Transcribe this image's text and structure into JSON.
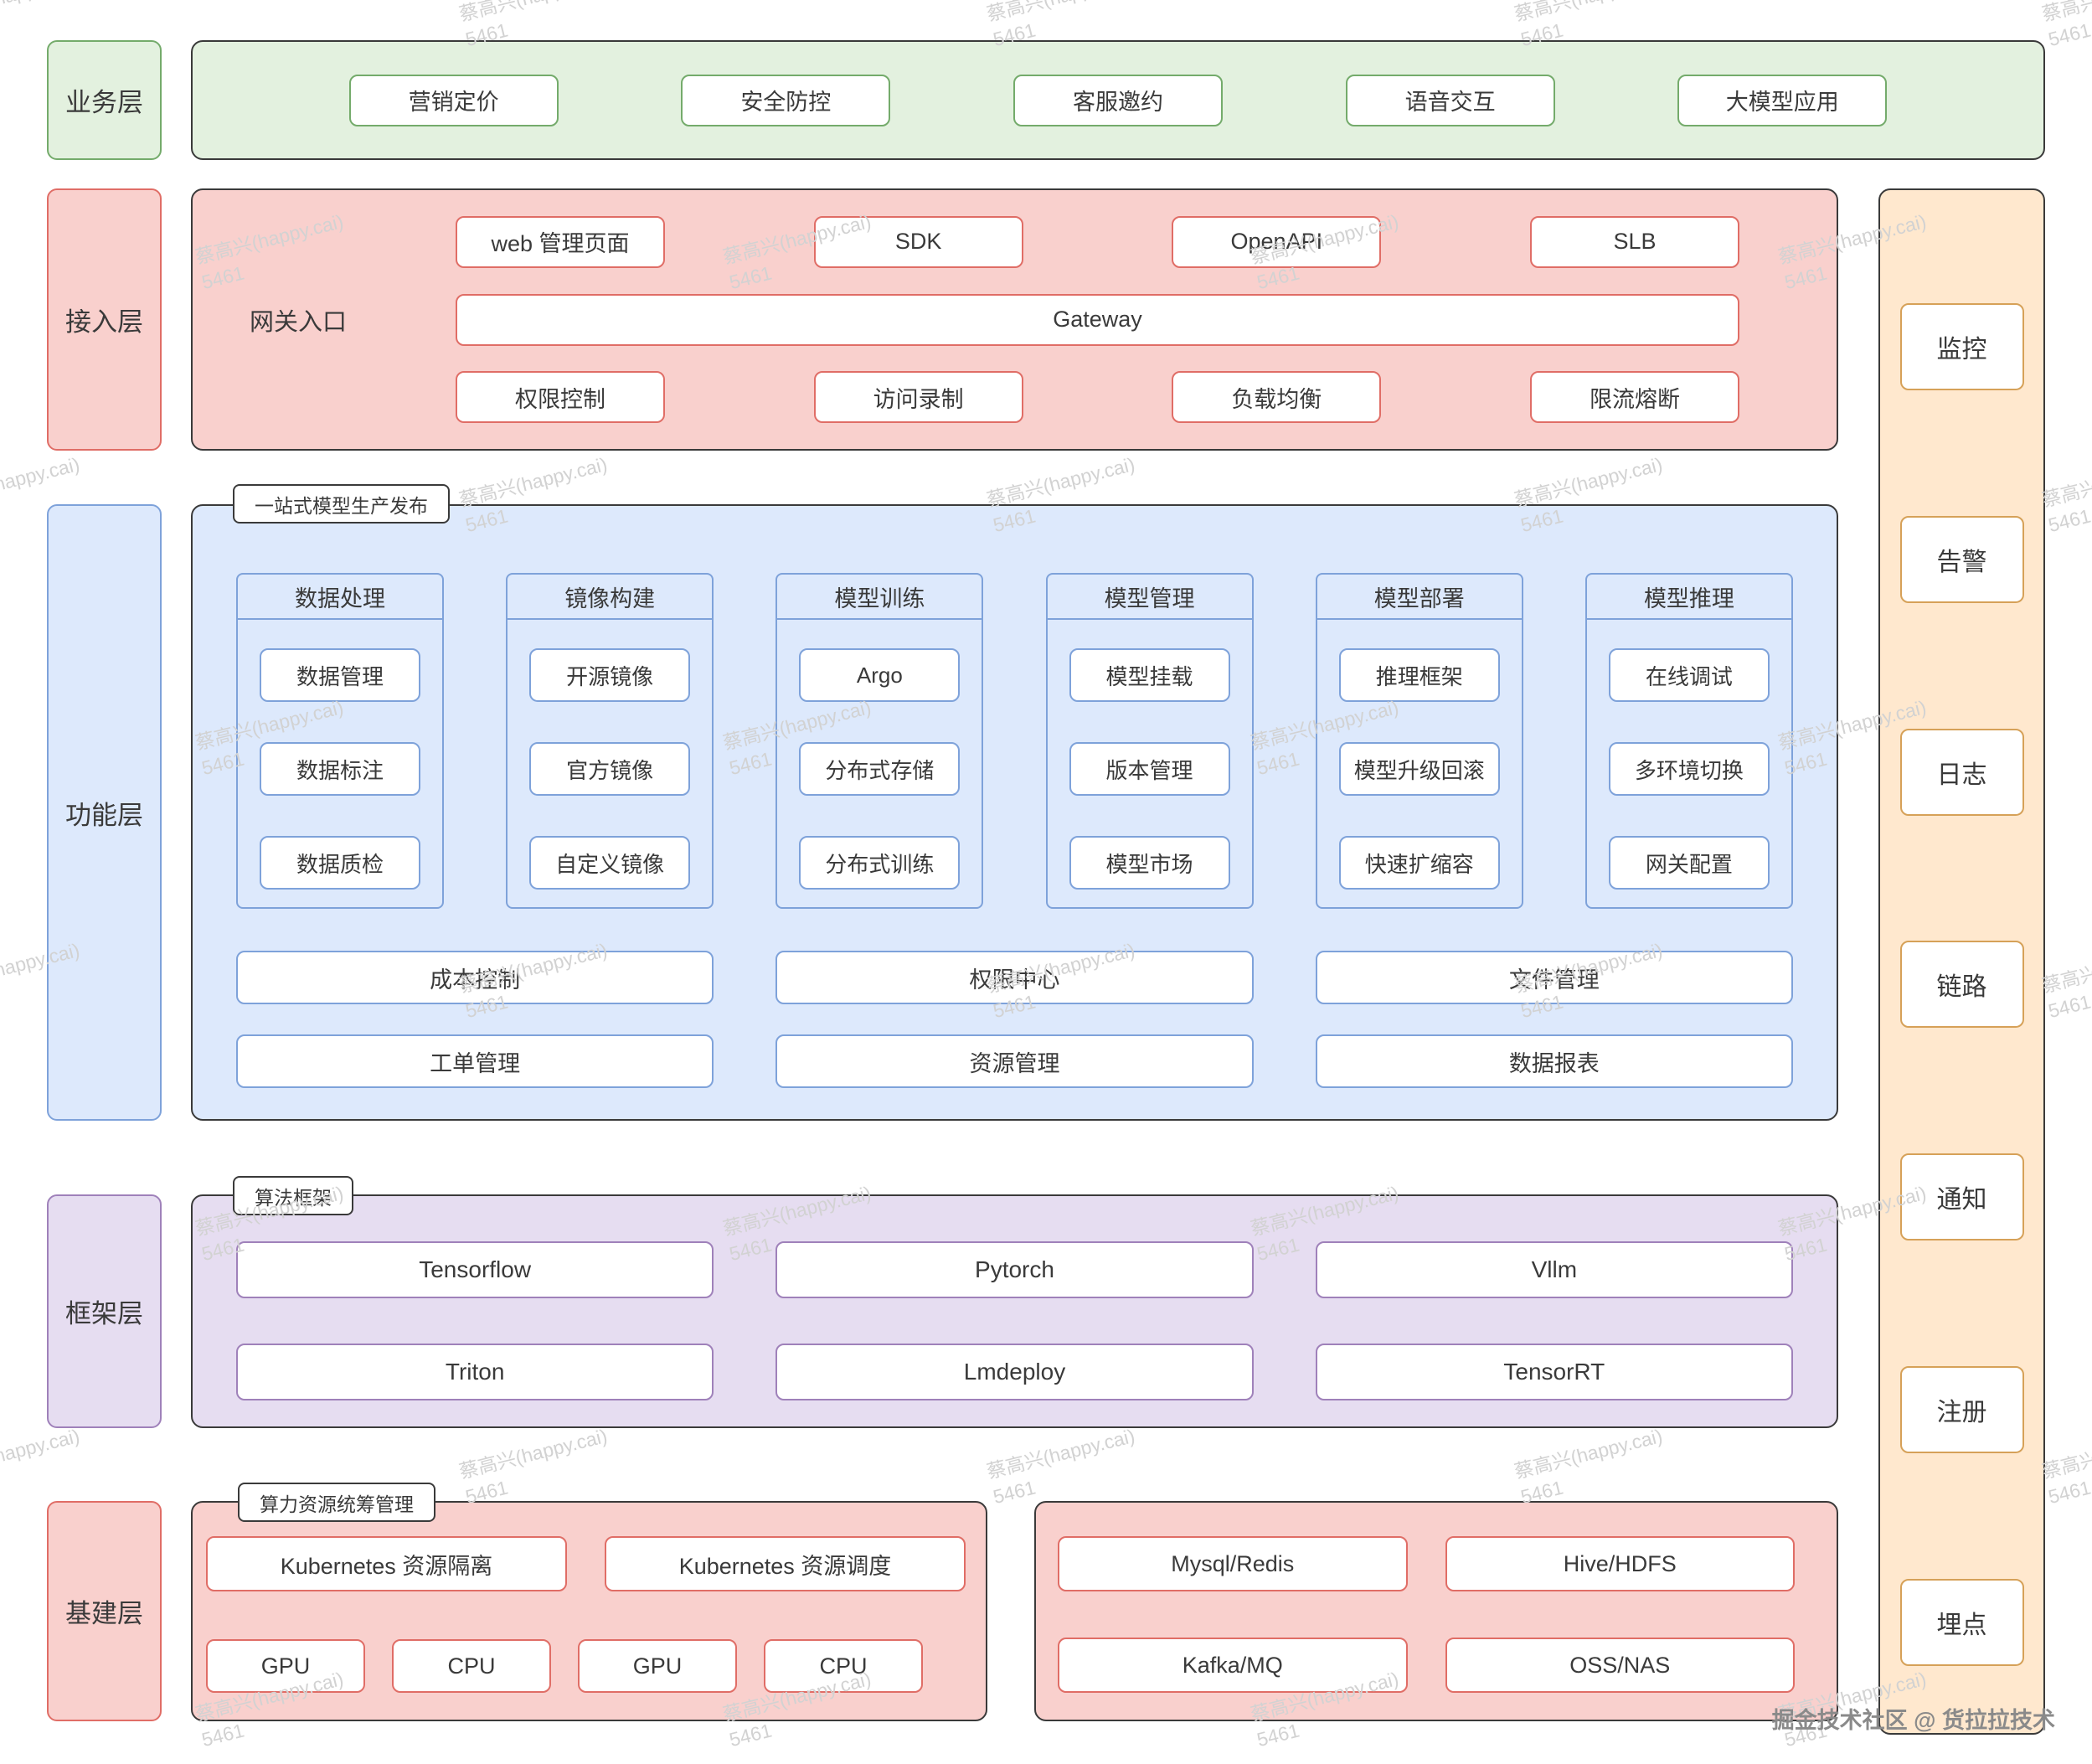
{
  "watermark": {
    "line1": "蔡高兴(happy.cai)",
    "line2": "5461"
  },
  "credit": "掘金技术社区 @ 货拉拉技术",
  "colors": {
    "page_bg": "#ffffff",
    "text": "#3a3a3a",
    "green_fill": "#e3f1df",
    "green_stroke": "#74ab6b",
    "pink_fill": "#f9d0cd",
    "pink_stroke": "#e06d66",
    "blue_fill": "#dde9fc",
    "blue_stroke": "#7ea2da",
    "purple_fill": "#e6ddf1",
    "purple_stroke": "#9f81ba",
    "orange_fill": "#ffe8ce",
    "orange_stroke": "#d6a158",
    "watermark": "#d2d2d2",
    "credit": "#8a8a8a"
  },
  "layers": {
    "business": {
      "label": "业务层",
      "items": [
        "营销定价",
        "安全防控",
        "客服邀约",
        "语音交互",
        "大模型应用"
      ]
    },
    "access": {
      "label": "接入层",
      "entry_label": "网关入口",
      "row1": [
        "web 管理页面",
        "SDK",
        "OpenAPI",
        "SLB"
      ],
      "gateway": "Gateway",
      "row2": [
        "权限控制",
        "访问录制",
        "负载均衡",
        "限流熔断"
      ]
    },
    "function": {
      "label": "功能层",
      "tag": "一站式模型生产发布",
      "columns": [
        {
          "title": "数据处理",
          "items": [
            "数据管理",
            "数据标注",
            "数据质检"
          ]
        },
        {
          "title": "镜像构建",
          "items": [
            "开源镜像",
            "官方镜像",
            "自定义镜像"
          ]
        },
        {
          "title": "模型训练",
          "items": [
            "Argo",
            "分布式存储",
            "分布式训练"
          ]
        },
        {
          "title": "模型管理",
          "items": [
            "模型挂载",
            "版本管理",
            "模型市场"
          ]
        },
        {
          "title": "模型部署",
          "items": [
            "推理框架",
            "模型升级回滚",
            "快速扩缩容"
          ]
        },
        {
          "title": "模型推理",
          "items": [
            "在线调试",
            "多环境切换",
            "网关配置"
          ]
        }
      ],
      "wide_rows": [
        [
          "成本控制",
          "权限中心",
          "文件管理"
        ],
        [
          "工单管理",
          "资源管理",
          "数据报表"
        ]
      ]
    },
    "framework": {
      "label": "框架层",
      "tag": "算法框架",
      "rows": [
        [
          "Tensorflow",
          "Pytorch",
          "Vllm"
        ],
        [
          "Triton",
          "Lmdeploy",
          "TensorRT"
        ]
      ]
    },
    "infra": {
      "label": "基建层",
      "tag": "算力资源统筹管理",
      "compute": {
        "row1": [
          "Kubernetes 资源隔离",
          "Kubernetes 资源调度"
        ],
        "row2": [
          "GPU",
          "CPU",
          "GPU",
          "CPU"
        ]
      },
      "storage": {
        "row1": [
          "Mysql/Redis",
          "Hive/HDFS"
        ],
        "row2": [
          "Kafka/MQ",
          "OSS/NAS"
        ]
      }
    },
    "sidebar": {
      "items": [
        "监控",
        "告警",
        "日志",
        "链路",
        "通知",
        "注册",
        "埋点"
      ]
    }
  }
}
